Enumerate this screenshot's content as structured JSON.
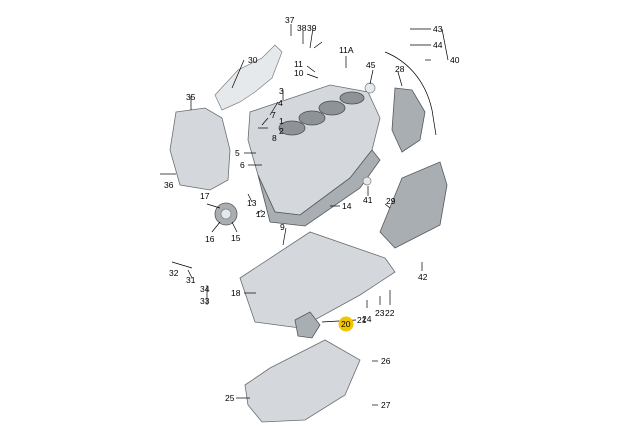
{
  "callouts": [
    "1",
    "2",
    "3",
    "4",
    "5",
    "6",
    "7",
    "8",
    "9",
    "10",
    "11",
    "11A",
    "12",
    "13",
    "14",
    "15",
    "16",
    "17",
    "18",
    "20",
    "21",
    "22",
    "23",
    "24",
    "25",
    "26",
    "27",
    "28",
    "29",
    "30",
    "31",
    "32",
    "33",
    "34",
    "35",
    "36",
    "37",
    "38",
    "39",
    "40",
    "41",
    "42",
    "43",
    "44",
    "45"
  ],
  "highlighted": "20",
  "colors": {
    "highlight": "#f2c400",
    "part": "#d4d8dc",
    "line": "#000000"
  }
}
